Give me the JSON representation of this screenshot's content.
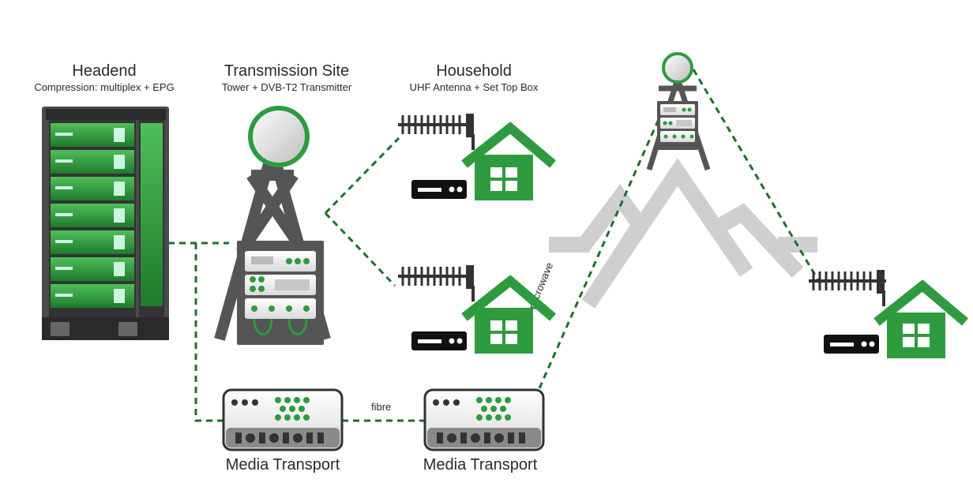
{
  "headend": {
    "title": "Headend",
    "subtitle": "Compression: multiplex + EPG"
  },
  "transmission_site": {
    "title": "Transmission Site",
    "subtitle": "Tower + DVB-T2 Transmitter"
  },
  "household": {
    "title": "Household",
    "subtitle": "UHF Antenna + Set Top Box"
  },
  "media_transport_left": {
    "label": "Media Transport"
  },
  "media_transport_right": {
    "label": "Media Transport"
  },
  "links": {
    "fibre": "fibre",
    "microwave": "microwave"
  },
  "colors": {
    "green": "#2e9b3f",
    "dark_green": "#1f6e2c",
    "tower_gray": "#555555",
    "mountain_gray": "#cfcfcf",
    "black": "#111111"
  }
}
